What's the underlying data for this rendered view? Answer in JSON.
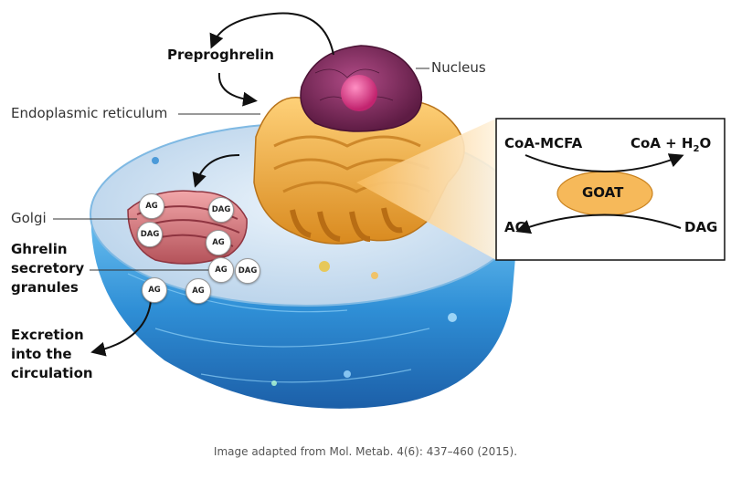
{
  "labels": {
    "preproghrelin": "Preproghrelin",
    "nucleus": "Nucleus",
    "endoplasmic_reticulum": "Endoplasmic reticulum",
    "golgi": "Golgi",
    "ghrelin_granules": [
      "Ghrelin",
      "secretory",
      "granules"
    ],
    "excretion": [
      "Excretion",
      "into the",
      "circulation"
    ]
  },
  "reaction": {
    "coa_mcfa": "CoA-MCFA",
    "coa_h2o_prefix": "CoA + H",
    "coa_h2o_sub": "2",
    "coa_h2o_suffix": "O",
    "enzyme": "GOAT",
    "ag": "AG",
    "dag": "DAG"
  },
  "granules": [
    "AG",
    "DAG",
    "DAG",
    "AG",
    "AG",
    "DAG",
    "AG",
    "AG"
  ],
  "credit": "Image adapted from Mol. Metab. 4(6): 437–460 (2015).",
  "colors": {
    "cell_blue": "#2f8fd6",
    "goat_fill": "#f6b95a",
    "golgi": "#d77b7e",
    "er": "#e7a93b",
    "nucleus": "#7a2a5a"
  }
}
